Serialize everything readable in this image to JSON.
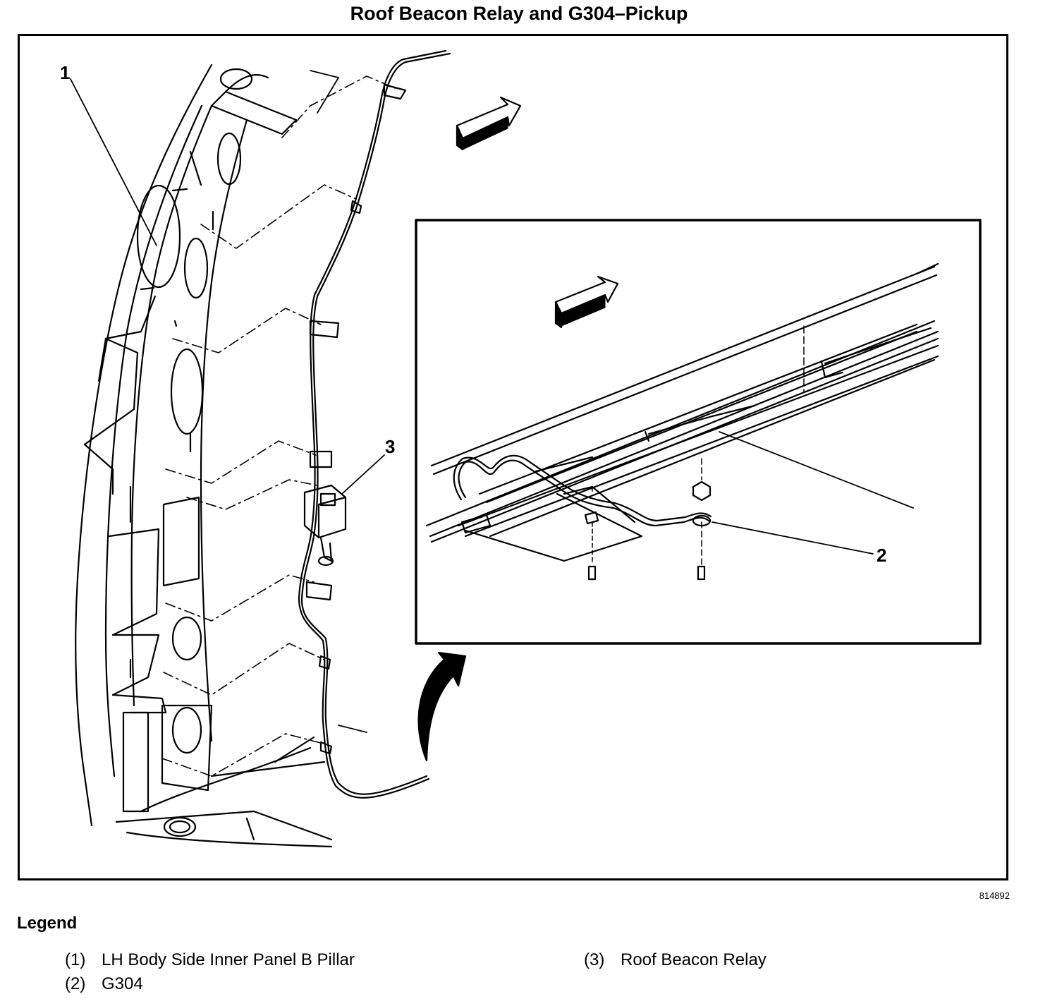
{
  "title": "Roof Beacon Relay and G304–Pickup",
  "figure_id": "814892",
  "callouts": {
    "c1": "1",
    "c2": "2",
    "c3": "3"
  },
  "legend": {
    "heading": "Legend",
    "items": [
      {
        "num": "(1)",
        "label": "LH Body Side Inner Panel B Pillar"
      },
      {
        "num": "(2)",
        "label": "G304"
      },
      {
        "num": "(3)",
        "label": "Roof Beacon Relay"
      }
    ]
  }
}
